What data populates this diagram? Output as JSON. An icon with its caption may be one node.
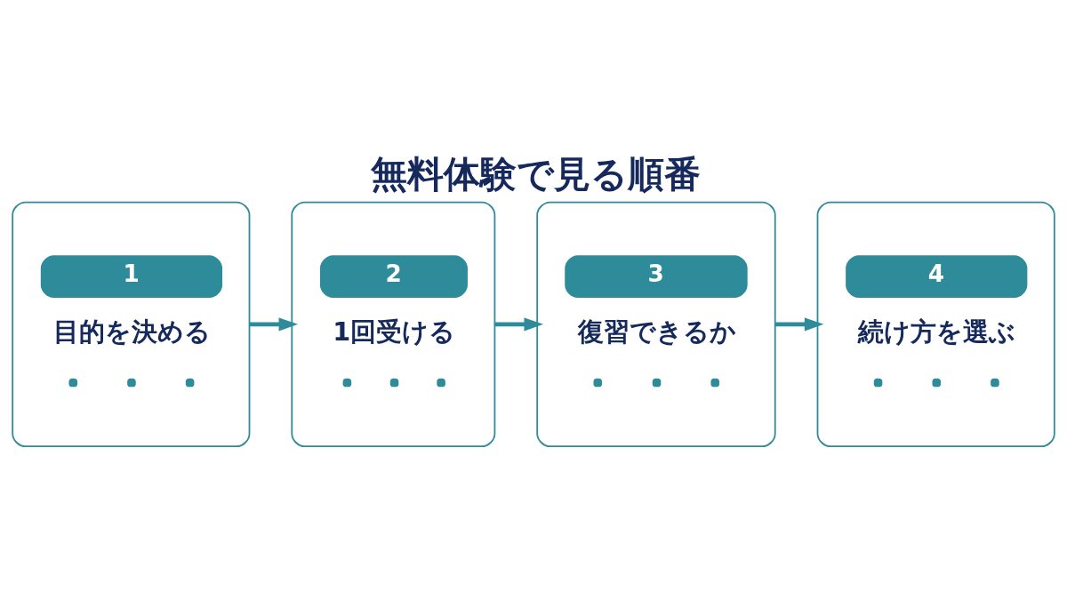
{
  "diagram": {
    "title": "無料体験で見る順番",
    "nodes": [
      {
        "text": [
          "1",
          "目的を決める"
        ]
      },
      {
        "text": [
          "2",
          "1回受ける"
        ]
      },
      {
        "text": [
          "3",
          "復習できるか"
        ]
      },
      {
        "text": [
          "4",
          "続け方を選ぶ"
        ]
      }
    ],
    "edges": [
      {
        "from": 0,
        "to": 1,
        "arrow": "to"
      },
      {
        "from": 1,
        "to": 2,
        "arrow": "to"
      },
      {
        "from": 2,
        "to": 3,
        "arrow": "to"
      }
    ]
  }
}
